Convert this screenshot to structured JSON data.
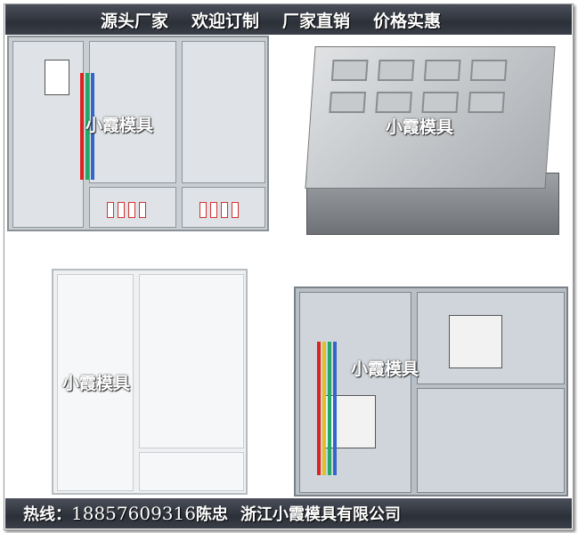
{
  "top_banner": {
    "items": [
      "源头厂家",
      "欢迎订制",
      "厂家直销",
      "价格实惠"
    ]
  },
  "watermark": "小霞模具",
  "bottom_banner": {
    "hotline_label": "热线：",
    "phone": "18857609316",
    "contact": "陈忠",
    "company": "浙江小霞模具有限公司"
  },
  "colors": {
    "banner": "#2c3038",
    "text": "#ffffff"
  }
}
